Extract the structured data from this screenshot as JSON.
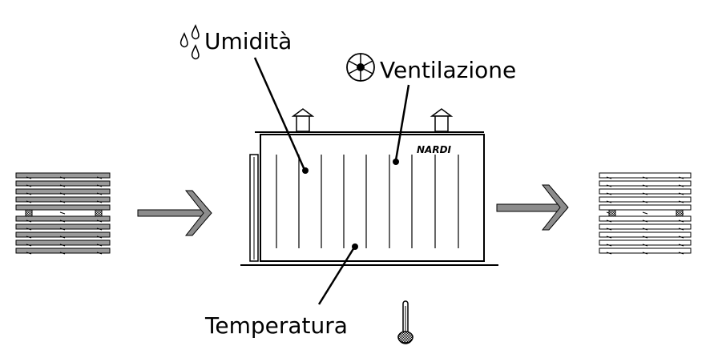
{
  "labels": {
    "humidity": "Umidità",
    "ventilation": "Ventilazione",
    "temperature": "Temperatura",
    "brand": "NARDI"
  },
  "icons": {
    "humidity": "water-drops-icon",
    "ventilation": "fan-icon",
    "temperature": "thermometer-icon"
  },
  "colors": {
    "ink": "#000000",
    "arrow": "#8c8c8c",
    "board_raw": "#9a9a9a",
    "board_dry": "#ffffff",
    "background": "#ffffff"
  }
}
